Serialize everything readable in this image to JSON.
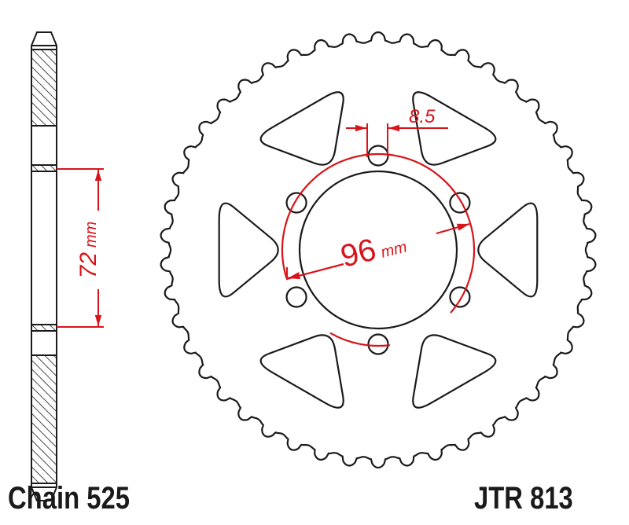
{
  "part_number": "JTR 813",
  "chain": "Chain 525",
  "dimensions": {
    "offset": {
      "value": "72",
      "unit": "mm"
    },
    "pcd": {
      "value": "96",
      "unit": "mm"
    },
    "bolt_hole": {
      "value": "8.5"
    }
  },
  "colors": {
    "outline": "#1a1a1a",
    "dimension": "#d7141a"
  }
}
